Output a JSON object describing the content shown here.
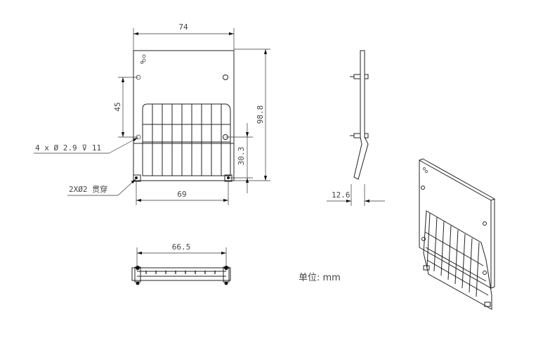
{
  "front_view": {
    "width_label": "74",
    "height_label": "98.8",
    "hole_spacing_label": "45",
    "lower_offset_label": "30.3",
    "bottom_span_label": "69",
    "hole_callout": "4 x Ø 2.9 ⊽ 11",
    "through_hole_callout": "2XØ2 贯穿"
  },
  "side_view": {
    "thickness_label": "12.6"
  },
  "bottom_view": {
    "span_label": "66.5"
  },
  "units_label": "单位: mm",
  "colors": {
    "line": "#222222",
    "text": "#444444",
    "background": "#ffffff"
  }
}
